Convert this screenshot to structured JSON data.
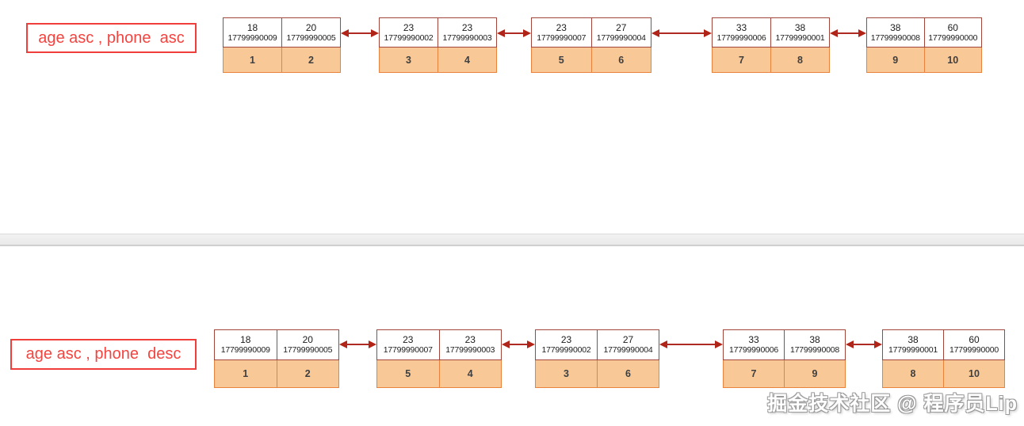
{
  "diagram": {
    "rows": [
      {
        "label": "age asc , phone  asc",
        "pages": [
          {
            "records": [
              {
                "age": "18",
                "phone": "17799990009",
                "id": "1"
              },
              {
                "age": "20",
                "phone": "17799990005",
                "id": "2"
              }
            ]
          },
          {
            "records": [
              {
                "age": "23",
                "phone": "17799990002",
                "id": "3"
              },
              {
                "age": "23",
                "phone": "17799990003",
                "id": "4"
              }
            ]
          },
          {
            "records": [
              {
                "age": "23",
                "phone": "17799990007",
                "id": "5"
              },
              {
                "age": "27",
                "phone": "17799990004",
                "id": "6"
              }
            ]
          },
          {
            "records": [
              {
                "age": "33",
                "phone": "17799990006",
                "id": "7"
              },
              {
                "age": "38",
                "phone": "17799990001",
                "id": "8"
              }
            ]
          },
          {
            "records": [
              {
                "age": "38",
                "phone": "17799990008",
                "id": "9"
              },
              {
                "age": "60",
                "phone": "17799990000",
                "id": "10"
              }
            ]
          }
        ]
      },
      {
        "label": "age asc , phone  desc",
        "pages": [
          {
            "records": [
              {
                "age": "18",
                "phone": "17799990009",
                "id": "1"
              },
              {
                "age": "20",
                "phone": "17799990005",
                "id": "2"
              }
            ]
          },
          {
            "records": [
              {
                "age": "23",
                "phone": "17799990007",
                "id": "5"
              },
              {
                "age": "23",
                "phone": "17799990003",
                "id": "4"
              }
            ]
          },
          {
            "records": [
              {
                "age": "23",
                "phone": "17799990002",
                "id": "3"
              },
              {
                "age": "27",
                "phone": "17799990004",
                "id": "6"
              }
            ]
          },
          {
            "records": [
              {
                "age": "33",
                "phone": "17799990006",
                "id": "7"
              },
              {
                "age": "38",
                "phone": "17799990008",
                "id": "9"
              }
            ]
          },
          {
            "records": [
              {
                "age": "38",
                "phone": "17799990001",
                "id": "8"
              },
              {
                "age": "60",
                "phone": "17799990000",
                "id": "10"
              }
            ]
          }
        ]
      }
    ]
  },
  "watermark": "掘金技术社区 @ 程序员Lip",
  "colors": {
    "label_red": "#f03e3a",
    "node_border": "#a2453b",
    "id_cell_fill": "#f8c897",
    "id_cell_border": "#e8823c",
    "arrow": "#b02418",
    "divider_grey": "#e9e9e9"
  }
}
